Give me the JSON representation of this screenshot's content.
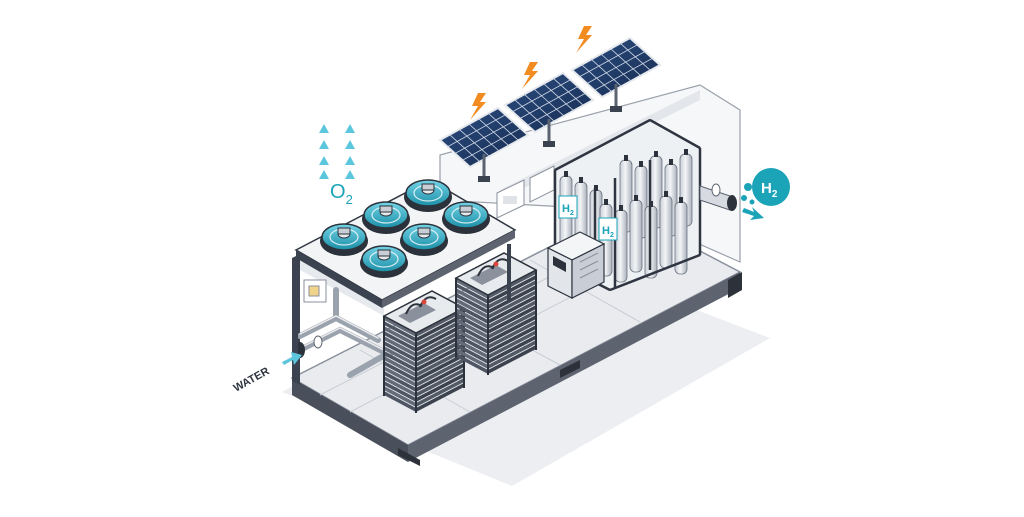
{
  "labels": {
    "water": "WATER",
    "oxygen": "O",
    "oxygen_sub": "2",
    "hydrogen": "H",
    "hydrogen_sub": "2",
    "tank_h": "H",
    "tank_sub": "2"
  },
  "colors": {
    "accent": "#1ba3b8",
    "teal_dark": "#157f92",
    "drop": "#5cc6dc",
    "spark": "#f28b20",
    "panel": "#1e3a66",
    "frame": "#3b4250",
    "stack": "#4e5663",
    "floor": "#eef0f3"
  },
  "icons": {
    "water_arrow": "arrow-right-icon",
    "h2_arrow": "arrow-down-right-icon",
    "lightning": "lightning-icon",
    "droplet": "droplet-icon"
  }
}
